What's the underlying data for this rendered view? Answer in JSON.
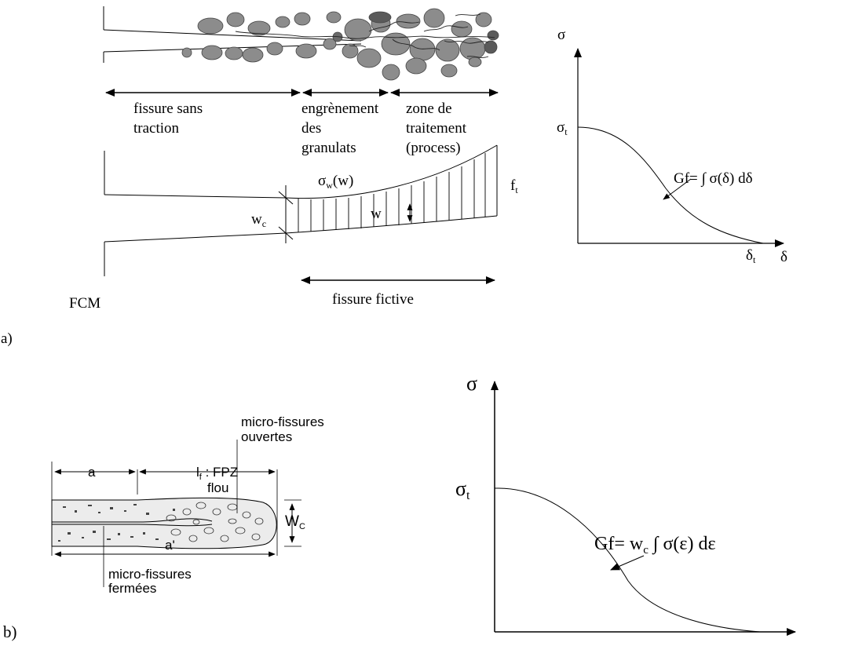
{
  "figure_a": {
    "label": "a)",
    "zones": {
      "no_traction_1": "fissure sans",
      "no_traction_2": "traction",
      "interlock_1": "engrènement",
      "interlock_2": "des",
      "interlock_3": "granulats",
      "process_1": "zone de",
      "process_2": "traitement",
      "process_3": "(process)"
    },
    "labels": {
      "sigma_w_main": "σ",
      "sigma_w_sub": "w",
      "sigma_w_arg": "(w)",
      "ft_main": "f",
      "ft_sub": "t",
      "wc_main": "w",
      "wc_sub": "c",
      "w": "w",
      "fcm": "FCM",
      "fictive_crack": "fissure fictive"
    },
    "graph": {
      "y_axis": "σ",
      "x_axis": "δ",
      "y_tick_main": "σ",
      "y_tick_sub": "t",
      "x_tick_main": "δ",
      "x_tick_sub": "t",
      "formula": "Gf= ∫ σ(δ) dδ"
    }
  },
  "figure_b": {
    "label": "b)",
    "labels": {
      "a": "a",
      "lf_main": "l",
      "lf_sub": "f",
      "lf_rest": " : FPZ",
      "flou": "flou",
      "open_1": "micro-fissures",
      "open_2": "ouvertes",
      "closed_1": "micro-fissures",
      "closed_2": "fermées",
      "wc_main": "W",
      "wc_sub": "C",
      "a_prime": "a'"
    },
    "graph": {
      "y_axis": "σ",
      "y_tick_main": "σ",
      "y_tick_sub": "t",
      "formula_main": "Gf= w",
      "formula_sub": "c",
      "formula_rest": " ∫ σ(ε) dε"
    }
  }
}
